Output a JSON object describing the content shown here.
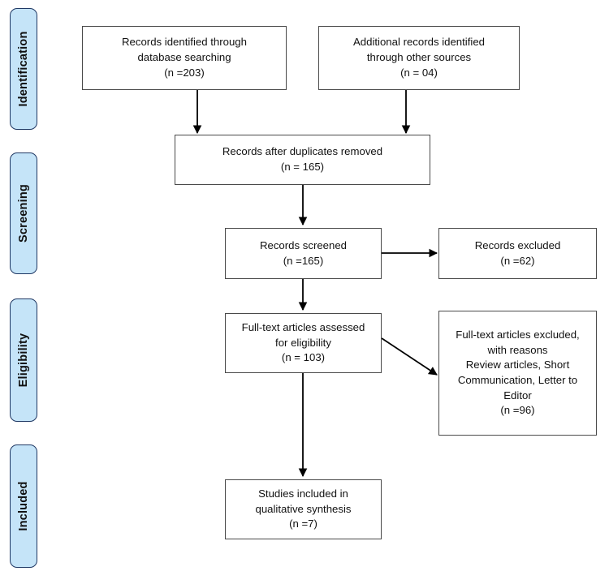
{
  "diagram": {
    "type": "prisma-flow-diagram",
    "stages": [
      {
        "id": "identification",
        "label": "Identification"
      },
      {
        "id": "screening",
        "label": "Screening"
      },
      {
        "id": "eligibility",
        "label": "Eligibility"
      },
      {
        "id": "included",
        "label": "Included"
      }
    ],
    "boxes": {
      "database_search": "Records identified through\ndatabase searching\n(n =203)",
      "other_sources": "Additional records identified\nthrough other sources\n(n = 04)",
      "duplicates_removed": "Records after duplicates removed\n(n = 165)",
      "records_screened": "Records screened\n(n =165)",
      "records_excluded": "Records excluded\n(n =62)",
      "fulltext_assessed": "Full-text articles assessed\nfor eligibility\n(n = 103)",
      "fulltext_excluded": "Full-text articles excluded,\nwith reasons\nReview articles, Short\nCommunication, Letter to\nEditor\n(n =96)",
      "studies_included": "Studies included in\nqualitative synthesis\n(n =7)"
    },
    "counts": {
      "database_search": 203,
      "other_sources": 4,
      "duplicates_removed": 165,
      "records_screened": 165,
      "records_excluded": 62,
      "fulltext_assessed": 103,
      "fulltext_excluded": 96,
      "studies_included": 7
    },
    "colors": {
      "stage_fill": "#c5e4f8",
      "stage_border": "#1f3864",
      "box_border": "#4a4a4a",
      "box_fill": "#ffffff",
      "connector": "#000000",
      "text": "#111111"
    }
  }
}
